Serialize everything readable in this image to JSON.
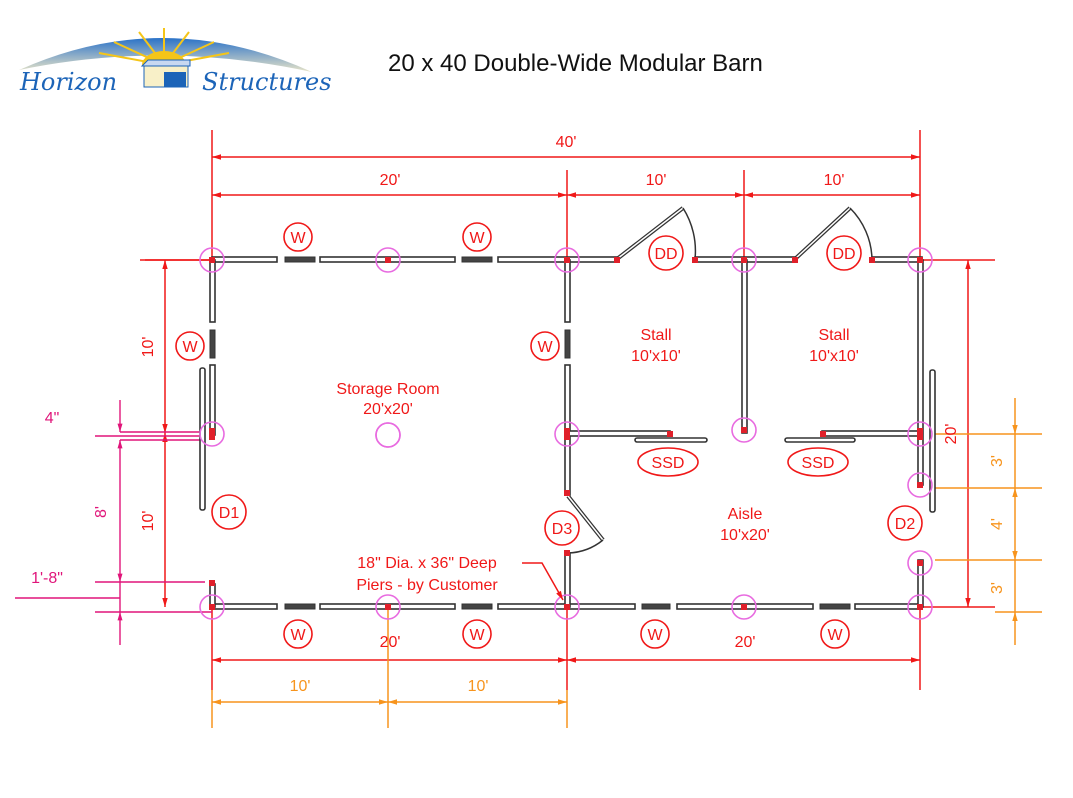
{
  "logo": {
    "word1": "Horizon",
    "word2": "Structures"
  },
  "title": "20 x 40 Double-Wide Modular Barn",
  "colors": {
    "dimension": "#f01818",
    "offset": "#e0157a",
    "pier_spacing": "#f7941d",
    "pier": "#e86be0",
    "logo_blue": "#1c64b8",
    "sun": "#f5c518"
  },
  "dimensions": {
    "overall_length": "40'",
    "top_left": "20'",
    "top_stall1": "10'",
    "top_stall2": "10'",
    "left_upper": "10'",
    "left_lower": "10'",
    "left_offset_top": "4\"",
    "left_door_width": "8'",
    "left_offset_bottom": "1'-8\"",
    "right_overall": "20'",
    "right_spacing": [
      "3'",
      "4'",
      "3'"
    ],
    "bottom_left": "20'",
    "bottom_right": "20'",
    "bottom_pier_spacing": [
      "10'",
      "10'"
    ]
  },
  "rooms": {
    "storage": {
      "name": "Storage Room",
      "size": "20'x20'"
    },
    "stall1": {
      "name": "Stall",
      "size": "10'x10'"
    },
    "stall2": {
      "name": "Stall",
      "size": "10'x10'"
    },
    "aisle": {
      "name": "Aisle",
      "size": "10'x20'"
    }
  },
  "tags": {
    "window": "W",
    "dutch_door": "DD",
    "sliding_stall_door": "SSD",
    "door1": "D1",
    "door2": "D2",
    "door3": "D3"
  },
  "note": {
    "line1": "18\" Dia. x 36\" Deep",
    "line2": "Piers - by Customer"
  }
}
